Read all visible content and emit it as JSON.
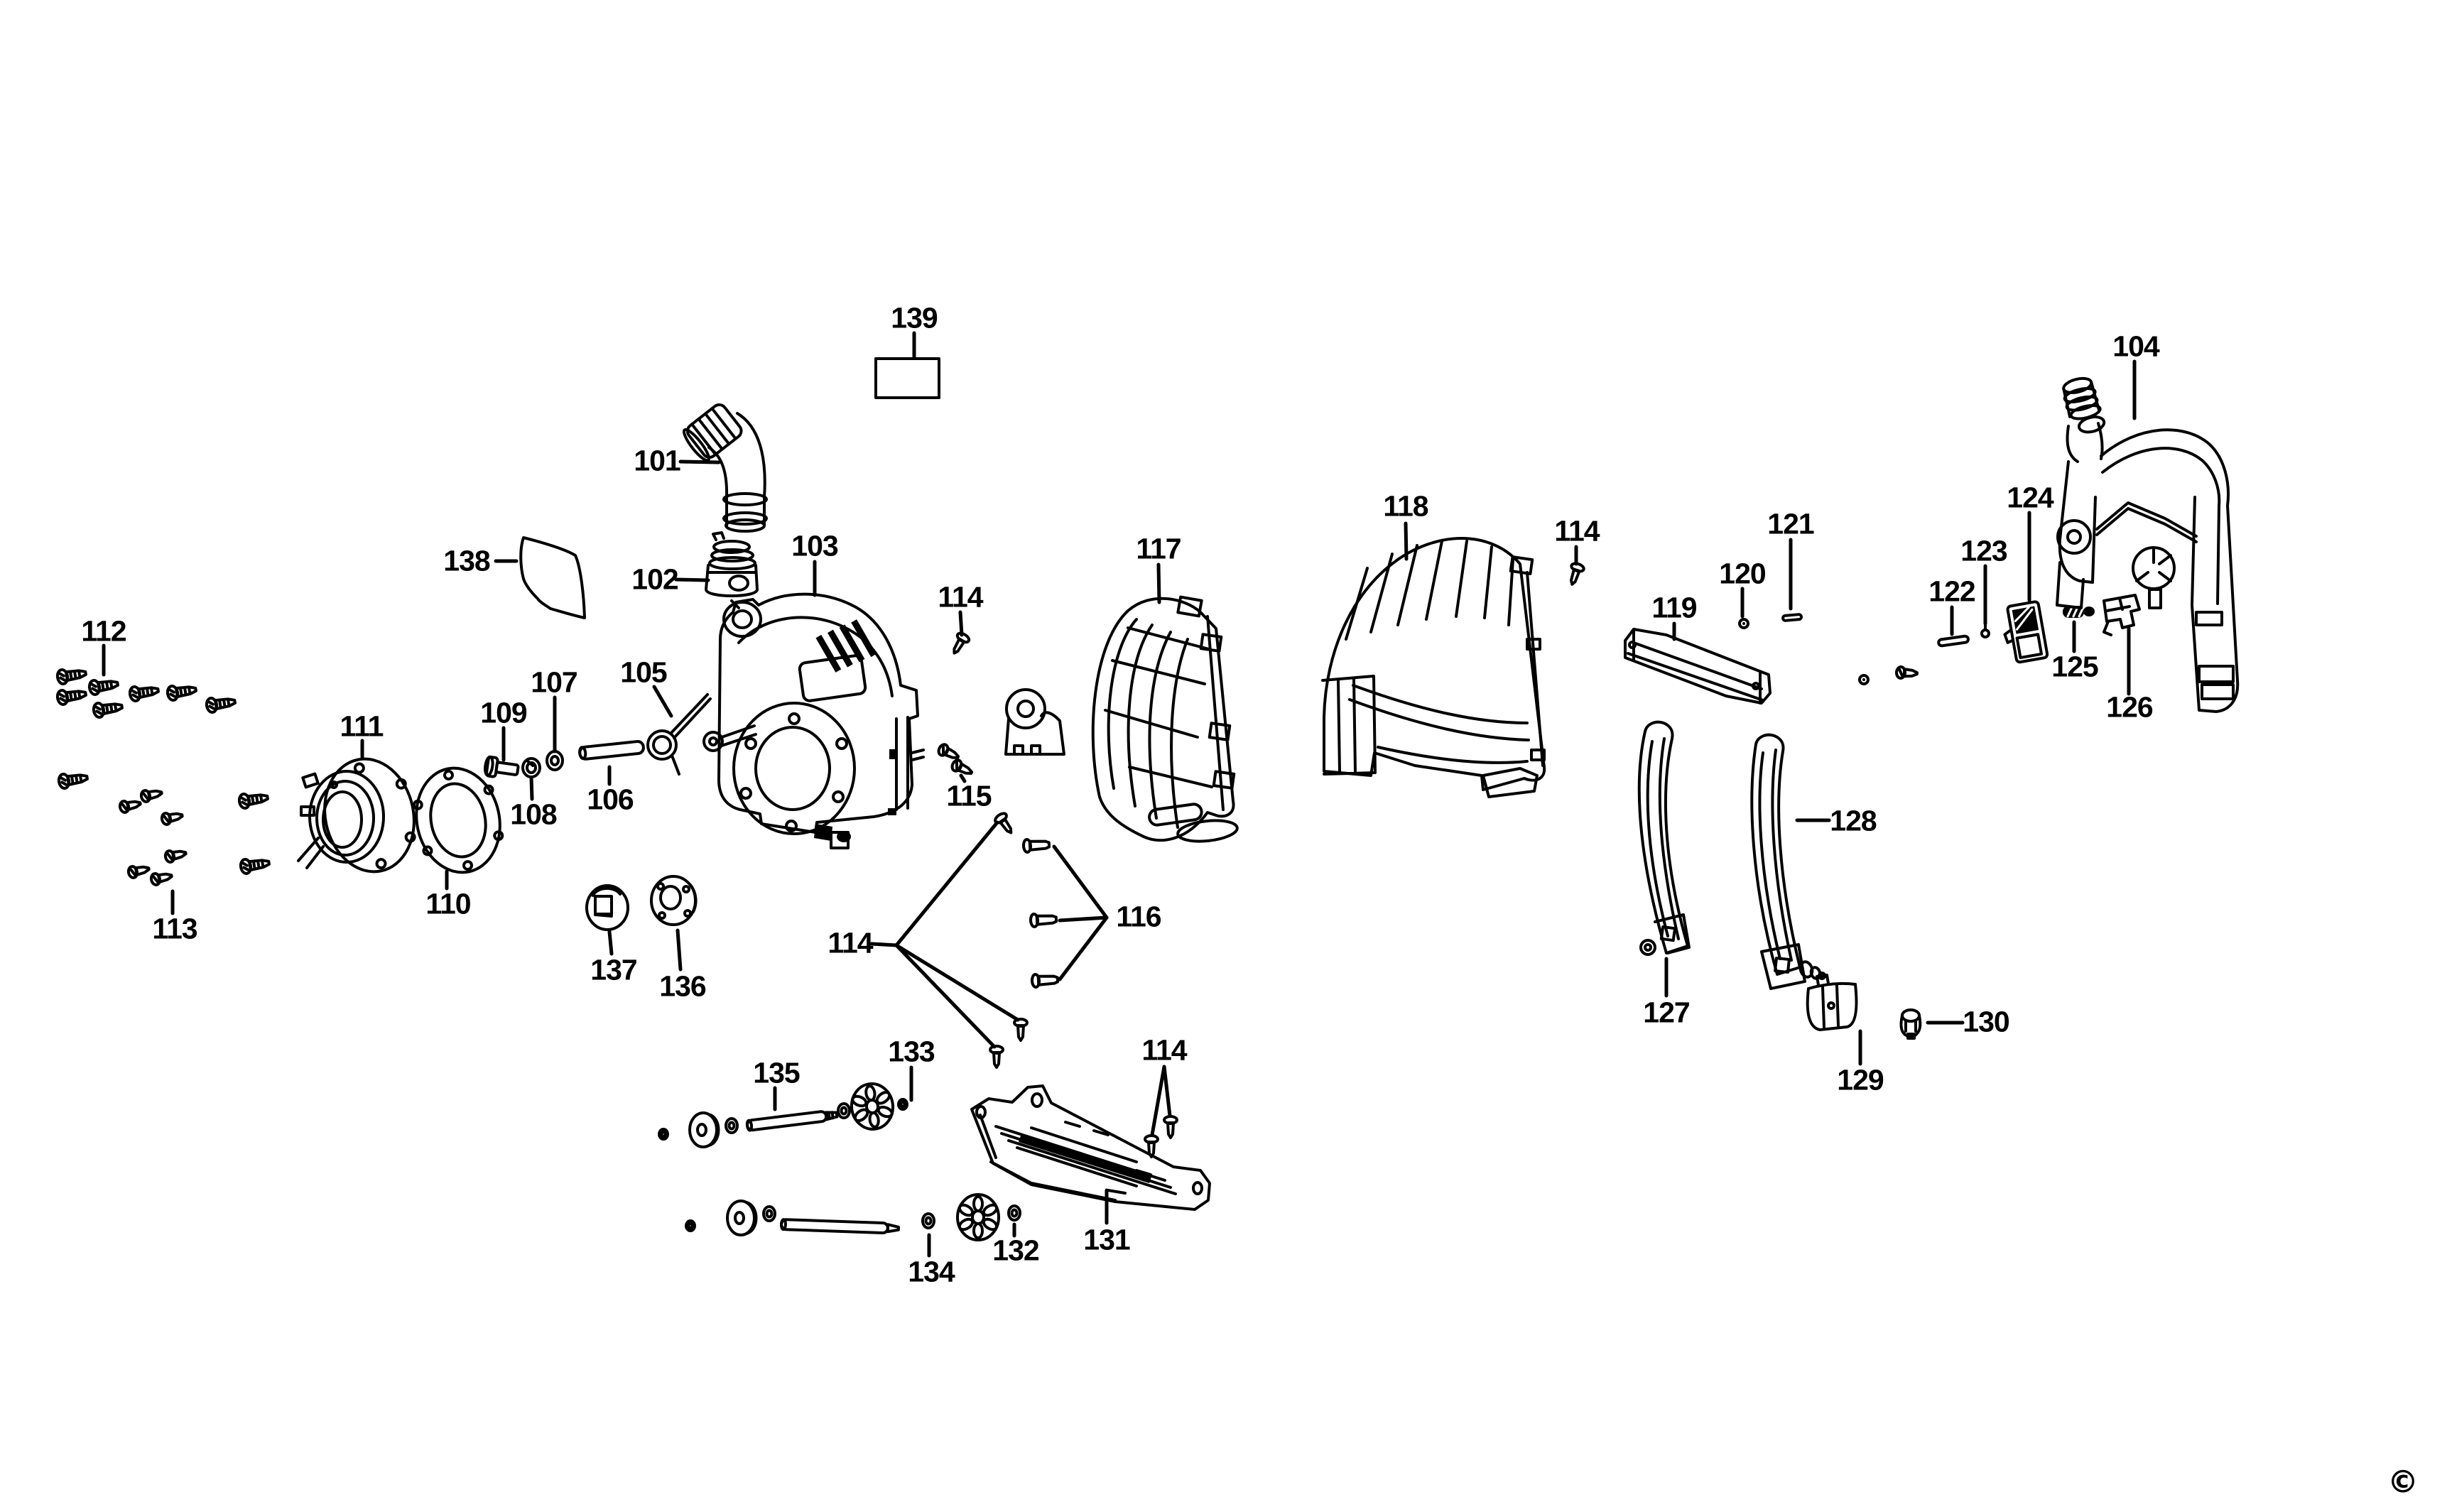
{
  "figure": {
    "kind": "exploded-parts-diagram",
    "background_color": "#ffffff",
    "line_color": "#000000",
    "copyright_symbol": "©",
    "visible_part_numbers": [
      "101",
      "102",
      "103",
      "104",
      "105",
      "106",
      "107",
      "108",
      "109",
      "110",
      "111",
      "112",
      "113",
      "114",
      "115",
      "116",
      "117",
      "118",
      "119",
      "120",
      "121",
      "122",
      "123",
      "124",
      "125",
      "126",
      "127",
      "128",
      "129",
      "130",
      "131",
      "132",
      "133",
      "134",
      "135",
      "136",
      "137",
      "138",
      "139"
    ]
  },
  "callouts": [
    {
      "part": "101",
      "text": "101"
    },
    {
      "part": "102",
      "text": "102"
    },
    {
      "part": "103",
      "text": "103"
    },
    {
      "part": "139",
      "text": "139"
    },
    {
      "part": "138",
      "text": "138"
    },
    {
      "part": "104",
      "text": "104"
    },
    {
      "part": "117",
      "text": "117"
    },
    {
      "part": "118",
      "text": "118"
    },
    {
      "part": "114",
      "text": "114"
    },
    {
      "part": "119",
      "text": "119"
    },
    {
      "part": "120",
      "text": "120"
    },
    {
      "part": "121",
      "text": "121"
    },
    {
      "part": "122",
      "text": "122"
    },
    {
      "part": "123",
      "text": "123"
    },
    {
      "part": "124",
      "text": "124"
    },
    {
      "part": "125",
      "text": "125"
    },
    {
      "part": "126",
      "text": "126"
    },
    {
      "part": "112",
      "text": "112"
    },
    {
      "part": "113",
      "text": "113"
    },
    {
      "part": "111",
      "text": "111"
    },
    {
      "part": "110",
      "text": "110"
    },
    {
      "part": "109",
      "text": "109"
    },
    {
      "part": "107",
      "text": "107"
    },
    {
      "part": "108",
      "text": "108"
    },
    {
      "part": "106",
      "text": "106"
    },
    {
      "part": "105",
      "text": "105"
    },
    {
      "part": "115",
      "text": "115"
    },
    {
      "part": "114",
      "text": "114"
    },
    {
      "part": "116",
      "text": "116"
    },
    {
      "part": "133",
      "text": "133"
    },
    {
      "part": "135",
      "text": "135"
    },
    {
      "part": "114",
      "text": "114"
    },
    {
      "part": "131",
      "text": "131"
    },
    {
      "part": "132",
      "text": "132"
    },
    {
      "part": "134",
      "text": "134"
    },
    {
      "part": "137",
      "text": "137"
    },
    {
      "part": "136",
      "text": "136"
    },
    {
      "part": "127",
      "text": "127"
    },
    {
      "part": "128",
      "text": "128"
    },
    {
      "part": "129",
      "text": "129"
    },
    {
      "part": "130",
      "text": "130"
    },
    {
      "part": "114",
      "text": "114"
    }
  ]
}
